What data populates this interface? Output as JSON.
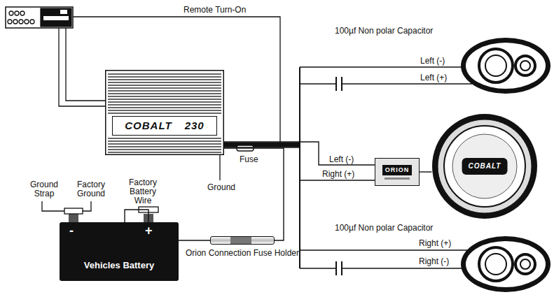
{
  "diagram": {
    "nodes": [
      {
        "text": [
          "COBALT",
          "230"
        ]
      },
      {
        "text": [
          "Orion Connection Fuse Holder"
        ]
      },
      {
        "text": [
          "-",
          "+",
          "Vehicles Battery"
        ]
      },
      {
        "text": [
          "ORION"
        ]
      },
      {
        "text": [
          "COBALT"
        ]
      }
    ],
    "edges": [
      {
        "from": 0,
        "to": 1,
        "arrow": "none"
      },
      {
        "from": 1,
        "to": 2,
        "arrow": "none"
      },
      {
        "from": 0,
        "to": 3,
        "label": "Left (-)",
        "arrow": "none"
      },
      {
        "from": 0,
        "to": 3,
        "label": "Right (+)",
        "arrow": "none"
      },
      {
        "from": 3,
        "to": 4,
        "arrow": "none"
      }
    ],
    "labels": [
      "Remote Turn-On",
      "100µf Non polar Capacitor",
      "Left (-)",
      "Left (+)",
      "Fuse",
      "Ground",
      "Ground Strap",
      "Factory Ground",
      "Factory Battery Wire",
      "100µf Non polar Capacitor",
      "Right (+)",
      "Right (-)"
    ]
  }
}
